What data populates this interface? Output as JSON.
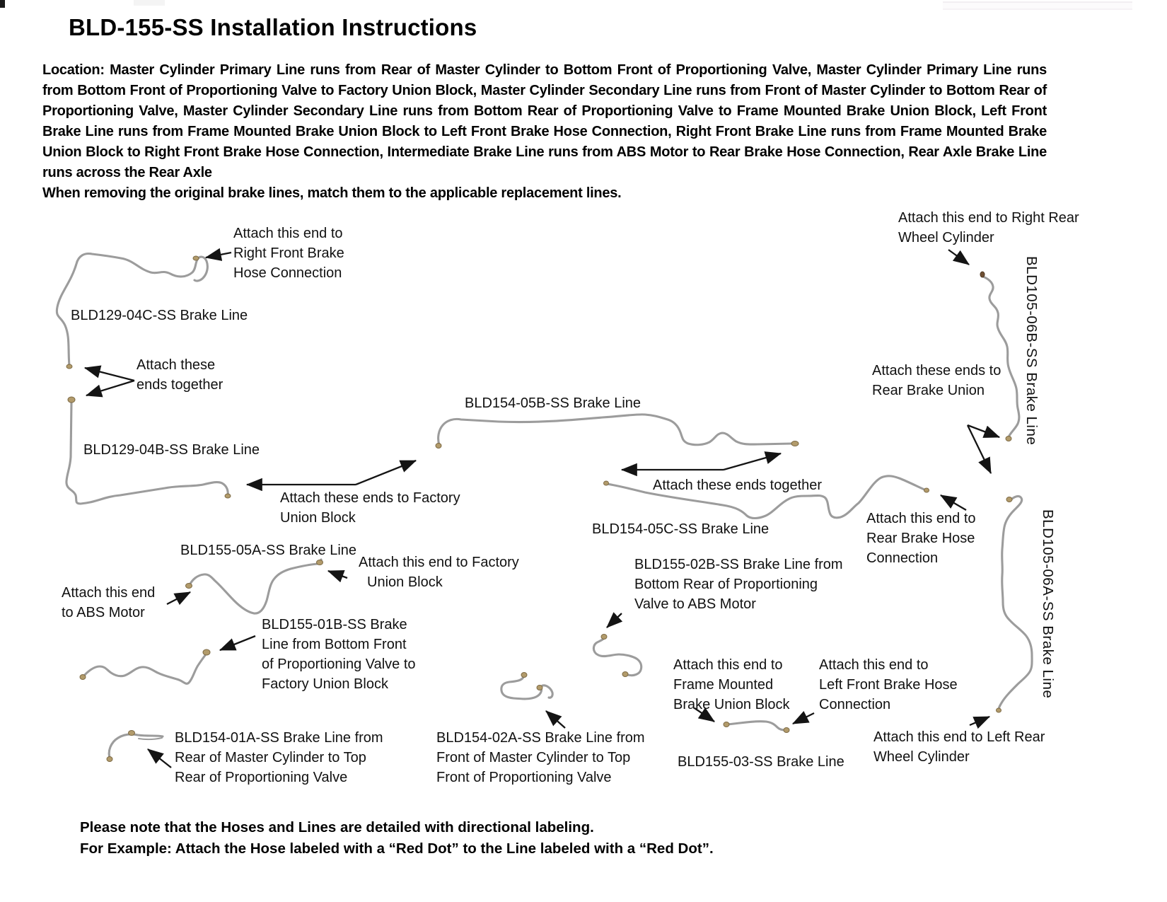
{
  "page": {
    "title": "BLD-155-SS Installation Instructions",
    "location_paragraph": "Location: Master Cylinder Primary Line runs from Rear of Master Cylinder to Bottom Front of Proportioning Valve, Master Cylinder Primary Line runs from Bottom Front of Proportioning Valve to Factory Union Block, Master Cylinder Secondary Line runs from Front of Master Cylinder to Bottom Rear of Proportioning Valve, Master Cylinder Secondary Line runs from Bottom Rear of Proportioning Valve to Frame Mounted Brake Union Block, Left Front Brake Line runs from Frame Mounted Brake Union Block to Left Front Brake Hose Connection, Right Front Brake Line runs from Frame Mounted Brake Union Block to Right Front Brake Hose Connection, Intermediate Brake Line runs from ABS Motor to Rear Brake Hose Connection, Rear Axle Brake Line runs across the Rear Axle",
    "removal_note": "When removing the original brake lines, match them to the applicable replacement lines.",
    "footer_note_1": "Please note that the Hoses and Lines are detailed with directional labeling.",
    "footer_note_2": "For Example: Attach the Hose labeled with a “Red Dot” to the Line labeled with a “Red Dot”."
  },
  "diagram": {
    "labels": {
      "attach_right_front": {
        "lines": [
          "Attach this end to",
          "Right Front Brake",
          "Hose Connection"
        ]
      },
      "bld129_04c": {
        "lines": [
          "BLD129-04C-SS Brake Line"
        ]
      },
      "attach_ends_together_left": {
        "lines": [
          "Attach these",
          "ends together"
        ]
      },
      "bld129_04b": {
        "lines": [
          "BLD129-04B-SS Brake Line"
        ]
      },
      "bld154_05b": {
        "lines": [
          "BLD154-05B-SS Brake Line"
        ]
      },
      "attach_ends_factory_union": {
        "lines": [
          "Attach these ends to Factory",
          "Union Block"
        ]
      },
      "attach_ends_together_mid": {
        "lines": [
          "Attach these ends together"
        ]
      },
      "bld154_05c": {
        "lines": [
          "BLD154-05C-SS Brake Line"
        ]
      },
      "bld155_05a": {
        "lines": [
          "BLD155-05A-SS Brake Line"
        ]
      },
      "attach_end_factory_union": {
        "lines": [
          "Attach this end to Factory",
          "Union Block"
        ]
      },
      "attach_abs_motor": {
        "lines": [
          "Attach this end",
          "to ABS Motor"
        ]
      },
      "bld155_01b": {
        "lines": [
          "BLD155-01B-SS Brake",
          "Line from Bottom Front",
          "of Proportioning Valve to",
          "Factory Union Block"
        ]
      },
      "bld155_02b": {
        "lines": [
          "BLD155-02B-SS Brake Line from",
          "Bottom Rear of Proportioning",
          "Valve to ABS Motor"
        ]
      },
      "attach_right_rear": {
        "lines": [
          "Attach this end to Right Rear",
          "Wheel Cylinder"
        ]
      },
      "bld105_06b": {
        "lines": [
          "BLD105-06B-SS Brake Line"
        ]
      },
      "attach_rear_union": {
        "lines": [
          "Attach these ends to",
          "Rear Brake Union"
        ]
      },
      "attach_rear_hose": {
        "lines": [
          "Attach this end to",
          "Rear Brake Hose",
          "Connection"
        ]
      },
      "bld105_06a": {
        "lines": [
          "BLD105-06A-SS Brake Line"
        ]
      },
      "attach_frame_union": {
        "lines": [
          "Attach this end to",
          "Frame Mounted",
          "Brake Union Block"
        ]
      },
      "attach_left_front": {
        "lines": [
          "Attach this end to",
          "Left Front Brake Hose",
          "Connection"
        ]
      },
      "bld155_03": {
        "lines": [
          "BLD155-03-SS Brake Line"
        ]
      },
      "attach_left_rear": {
        "lines": [
          "Attach this end to Left Rear",
          "Wheel Cylinder"
        ]
      },
      "bld154_01a": {
        "lines": [
          "BLD154-01A-SS Brake Line from",
          "Rear of Master Cylinder to Top",
          "Rear of Proportioning Valve"
        ]
      },
      "bld154_02a": {
        "lines": [
          "BLD154-02A-SS Brake Line from",
          "Front of Master Cylinder to Top",
          "Front of Proportioning Valve"
        ]
      }
    }
  },
  "colors": {
    "text": "#111111",
    "arrow": "#141414",
    "tube": "#9c9c9c",
    "fitting": "#b29b6b",
    "fitting-dark": "#6e4f33",
    "paper": "#ffffff"
  }
}
